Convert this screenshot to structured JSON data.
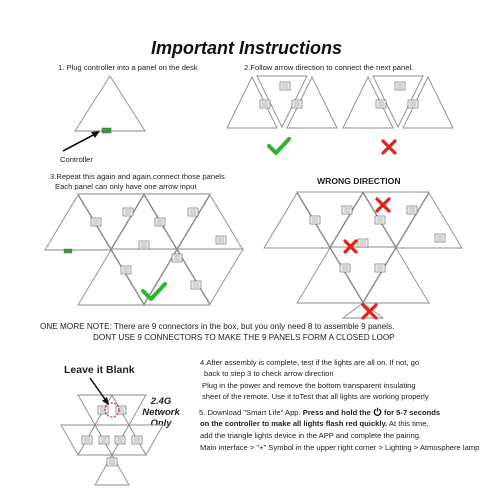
{
  "title": "Important Instructions",
  "step1": "1. Plug controller into a panel on the desk",
  "controller_label": "Controller",
  "step2": "2.Follow arrow direction to connect the next panel.",
  "step3_line1": "3.Repeat this again and again,connect those panels",
  "step3_line2": "Each panel can only have one arrow input",
  "wrong_direction": "WRONG DIRECTION",
  "note_line1": "ONE MORE NOTE: There are 9 connectors in the box, but you only need 8 to assemble 9 panels.",
  "note_line2": "DONT USE 9 CONNECTORS TO MAKE THE 9 PANELS FORM A CLOSED LOOP",
  "leave_blank": "Leave it Blank",
  "network_line1": "2.4G",
  "network_line2": "Network",
  "network_line3": "Only",
  "step4_line1": "4.After assembly is complete, test if the lights are all on. If not, go",
  "step4_line2": "back to step 3 to check arrow direction",
  "step4_line3": "Plug in the power and remove the bottom transparent insulating",
  "step4_line4": "sheet of the remote. Use it toTest that all lights are working properly",
  "step5_prefix": "5. Download \"Smart Life\" App.",
  "step5_bold1": "Press and hold the",
  "step5_bold2": "for 5-7 seconds",
  "step5_line2_bold": "on the controller to make all lights flash red quickly.",
  "step5_line2_rest": "At this time,",
  "step5_line3": "add the triangle lights device in the APP and complete the pairing.",
  "step5_line4": "Main interface > \"+\" Symbol in the upper right corner > Lighting > Atmosphere lamp",
  "colors": {
    "check": "#2bb52b",
    "cross": "#e2231a",
    "outline": "#8a8a8a"
  },
  "icons": [
    "arrow-icon",
    "check-icon",
    "cross-icon",
    "power-icon",
    "dashed-circle-icon"
  ]
}
